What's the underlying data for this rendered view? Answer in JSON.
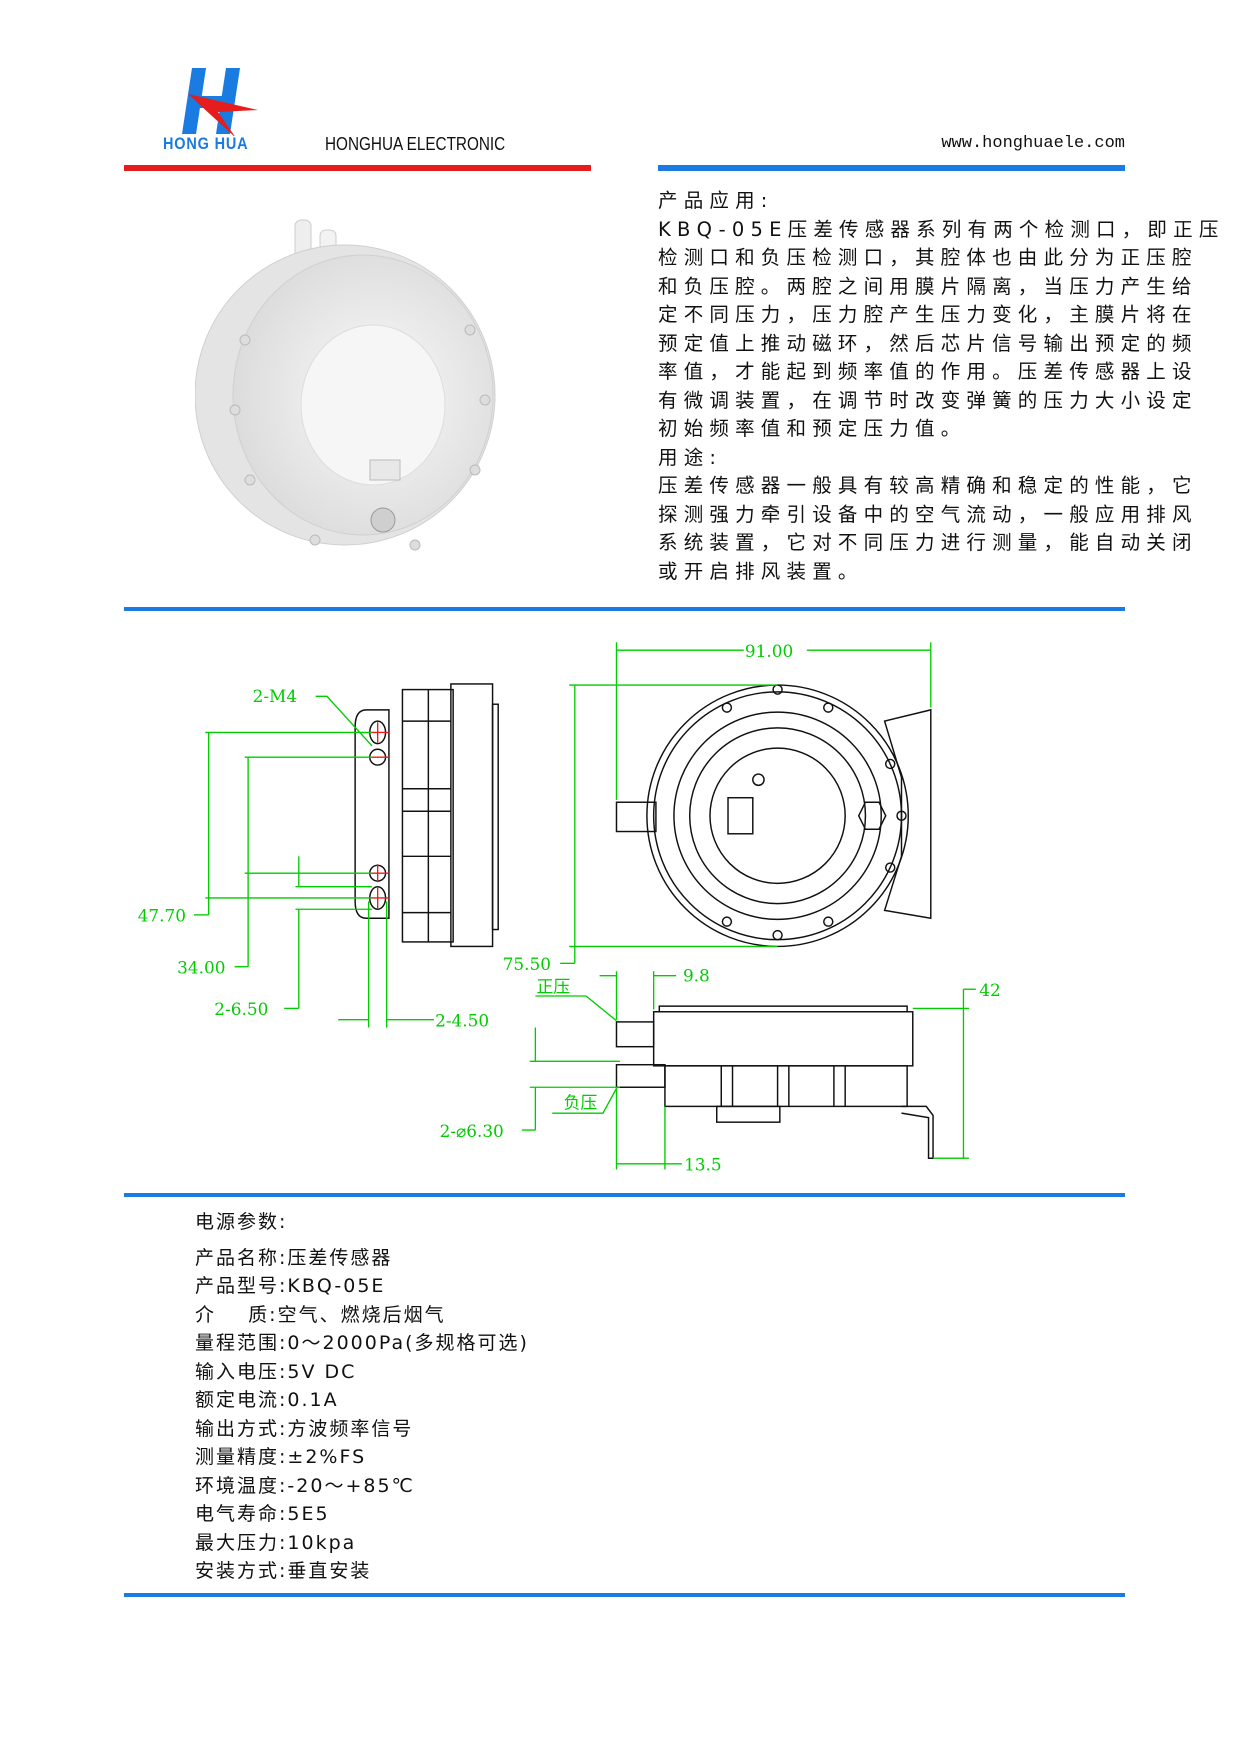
{
  "header": {
    "logo_text": "HONG HUA",
    "company_name": "HONGHUA ELECTRONIC",
    "website": "www.honghuaele.com"
  },
  "description": {
    "app_heading": "产品应用:",
    "app_lines": [
      " KBQ-05E压差传感器系列有两个检测口，即正压",
      "检测口和负压检测口，其腔体也由此分为正压腔",
      "和负压腔。两腔之间用膜片隔离，当压力产生给",
      "定不同压力，压力腔产生压力变化，主膜片将在",
      "预定值上推动磁环，然后芯片信号输出预定的频",
      "率值，才能起到频率值的作用。压差传感器上设",
      "有微调装置，在调节时改变弹簧的压力大小设定",
      "初始频率值和预定压力值。"
    ],
    "use_heading": "用途:",
    "use_lines": [
      "压差传感器一般具有较高精确和稳定的性能，它",
      "探测强力牵引设备中的空气流动，一般应用排风",
      "系统装置，它对不同压力进行测量，能自动关闭",
      "或开启排风装置。"
    ]
  },
  "drawing": {
    "dim_m4": "2-M4",
    "dim_47_70": "47.70",
    "dim_34_00": "34.00",
    "dim_2_6_50": "2-6.50",
    "dim_2_4_50": "2-4.50",
    "dim_91_00": "91.00",
    "dim_75_50": "75.50",
    "dim_9_8": "9.8",
    "dim_42": "42",
    "dim_13_5": "13.5",
    "dim_2_d6_30": "2-⌀6.30",
    "label_positive": "正压",
    "label_negative": "负压",
    "line_color": "#00cc00",
    "hole_color": "#e51d1d"
  },
  "specs": {
    "heading": "电源参数:",
    "rows": [
      {
        "label": "产品名称:",
        "value": "压差传感器"
      },
      {
        "label": "产品型号:",
        "value": "KBQ-05E"
      },
      {
        "label": "介    质:",
        "value": "空气、燃烧后烟气"
      },
      {
        "label": "量程范围:",
        "value": "0～2000Pa(多规格可选)"
      },
      {
        "label": "输入电压:",
        "value": "5V DC"
      },
      {
        "label": "额定电流:",
        "value": "0.1A"
      },
      {
        "label": "输出方式:",
        "value": "方波频率信号"
      },
      {
        "label": "测量精度:",
        "value": "±2%FS"
      },
      {
        "label": "环境温度:",
        "value": "-20～+85℃"
      },
      {
        "label": "电气寿命:",
        "value": "5E5"
      },
      {
        "label": "最大压力:",
        "value": "10kpa"
      },
      {
        "label": "安装方式:",
        "value": "垂直安装"
      }
    ]
  }
}
